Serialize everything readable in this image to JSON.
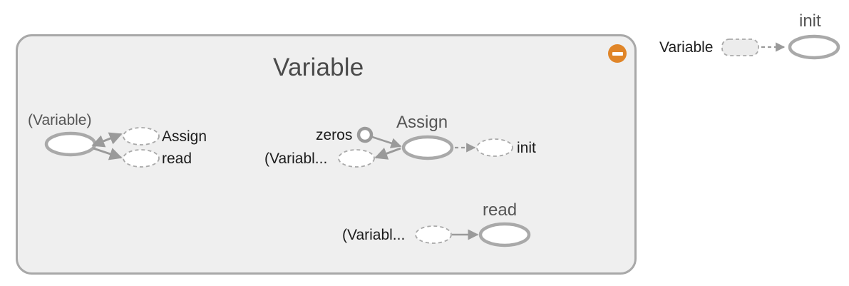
{
  "canvas": {
    "background": "#ffffff",
    "accent_orange": "#e08528",
    "node_stroke": "#a9a9a9",
    "edge_stroke": "#9a9a9a",
    "group_fill": "#efefef",
    "group_stroke": "#a8a8a8"
  },
  "group": {
    "title": "Variable",
    "collapse_button": {
      "name": "collapse-toggle",
      "icon": "minus-icon",
      "color": "#e08528"
    }
  },
  "clusters": {
    "left": {
      "source_label": "(Variable)",
      "targets": [
        {
          "label": "Assign"
        },
        {
          "label": "read"
        }
      ]
    },
    "middle": {
      "input_top_label": "zeros",
      "input_bottom_label": "(Variabl...",
      "op_title": "Assign",
      "output_label": "init"
    },
    "bottom": {
      "input_label": "(Variabl...",
      "op_title": "read"
    },
    "external": {
      "input_label": "Variable",
      "op_title": "init"
    }
  }
}
